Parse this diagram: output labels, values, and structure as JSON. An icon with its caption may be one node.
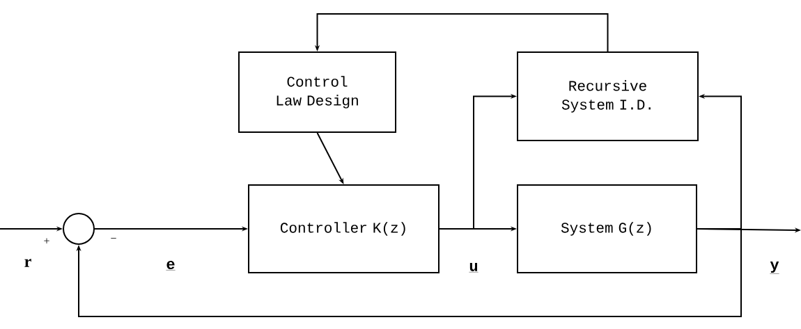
{
  "diagram": {
    "nodes": [
      {
        "text": [],
        "shape": "circle"
      },
      {
        "text": [
          "Control Law Design"
        ]
      },
      {
        "text": [
          "Recursive System I.D."
        ]
      },
      {
        "text": [
          "Controller K(z)"
        ]
      },
      {
        "text": [
          "System G(z)"
        ]
      }
    ],
    "edges": [
      {
        "from": null,
        "to": 0,
        "arrow": "to"
      },
      {
        "from": 0,
        "to": 3,
        "arrow": "to"
      },
      {
        "from": 2,
        "to": 1,
        "arrow": "to"
      },
      {
        "from": 1,
        "to": 3,
        "arrow": "to"
      },
      {
        "from": 3,
        "to": 4,
        "arrow": "to"
      },
      {
        "from": 3,
        "to": 2,
        "arrow": "to"
      },
      {
        "from": 4,
        "to": null,
        "arrow": "to"
      },
      {
        "from": 4,
        "to": 2,
        "arrow": "to"
      },
      {
        "from": 4,
        "to": 0,
        "arrow": "to"
      }
    ],
    "labels": [
      "r",
      "+",
      "−",
      "e",
      "u",
      "y"
    ]
  }
}
